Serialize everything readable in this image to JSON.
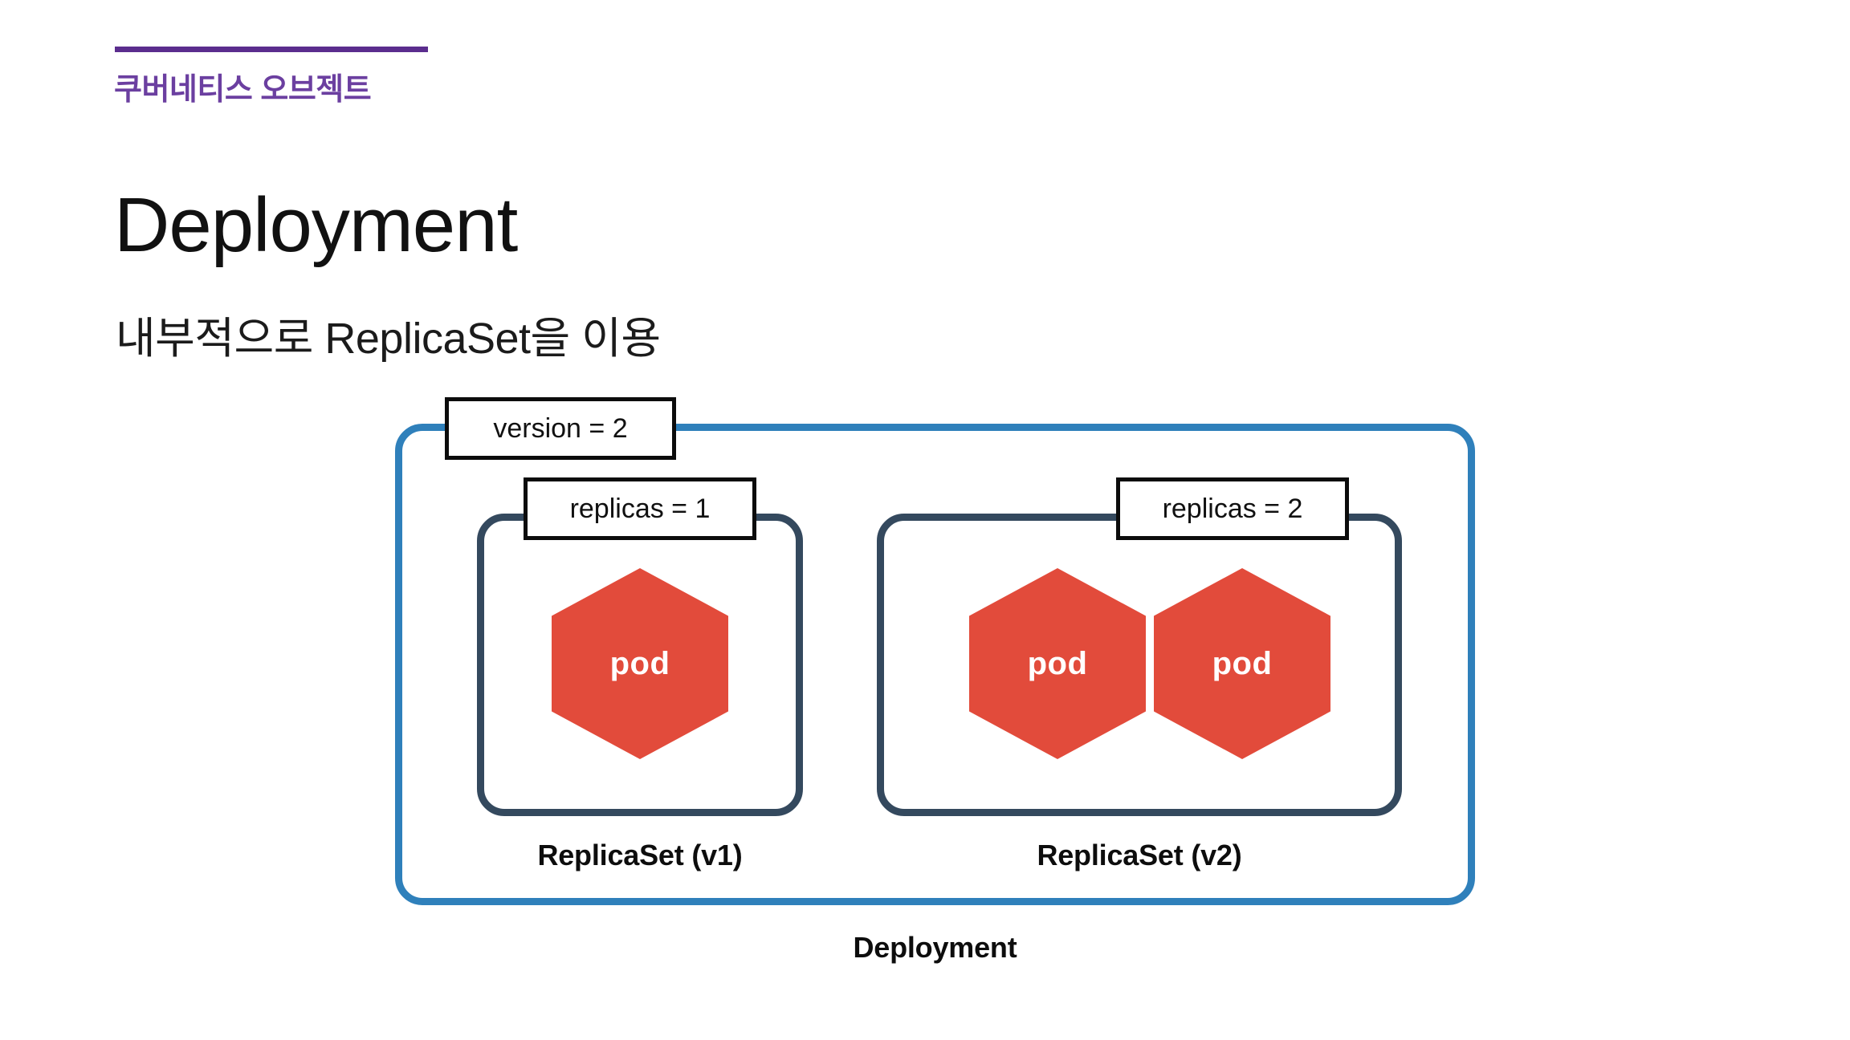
{
  "slide": {
    "kicker": "쿠버네티스 오브젝트",
    "title": "Deployment",
    "subtitle": "내부적으로 ReplicaSet을 이용",
    "accent_color": "#6B3FA0",
    "rule_color": "#5B2D8E"
  },
  "diagram": {
    "deployment": {
      "caption": "Deployment",
      "border_color": "#2F80BB",
      "attribute": {
        "label": "version = 2",
        "key": "version",
        "value": "2"
      }
    },
    "replicasets": [
      {
        "caption": "ReplicaSet (v1)",
        "border_color": "#34495E",
        "attribute": {
          "label": "replicas = 1",
          "key": "replicas",
          "value": "1"
        },
        "pods": [
          {
            "label": "pod",
            "color": "#E24B3B"
          }
        ]
      },
      {
        "caption": "ReplicaSet (v2)",
        "border_color": "#34495E",
        "attribute": {
          "label": "replicas = 2",
          "key": "replicas",
          "value": "2"
        },
        "pods": [
          {
            "label": "pod",
            "color": "#E24B3B"
          },
          {
            "label": "pod",
            "color": "#E24B3B"
          }
        ]
      }
    ]
  }
}
